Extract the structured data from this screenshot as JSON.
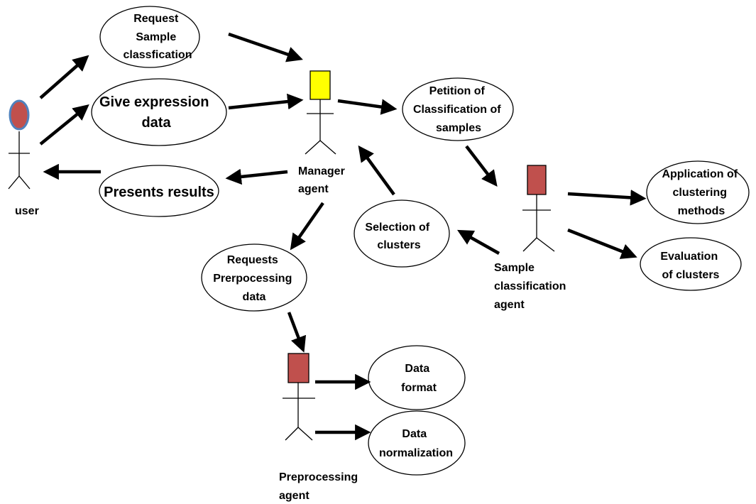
{
  "colors": {
    "manager_head": "#ffff00",
    "agent_head": "#c0504d",
    "user_head": "#c0504d",
    "user_head_border": "#4f81bd"
  },
  "actors": {
    "user": {
      "label_lines": [
        "user"
      ],
      "head": "ellipse"
    },
    "manager": {
      "label_lines": [
        "Manager",
        "agent"
      ],
      "head": "rect"
    },
    "sample": {
      "label_lines": [
        "Sample",
        "classification",
        "agent"
      ],
      "head": "rect"
    },
    "preprocessing": {
      "label_lines": [
        "Preprocessing",
        "agent"
      ],
      "head": "rect"
    }
  },
  "usecases": {
    "request_sample": [
      "Request",
      "Sample",
      "classfication"
    ],
    "give_expression": [
      "Give expression",
      "data"
    ],
    "presents_results": [
      "Presents results"
    ],
    "petition": [
      "Petition of",
      "Classification of",
      "samples"
    ],
    "selection": [
      "Selection of",
      "clusters"
    ],
    "application": [
      "Application of",
      "clustering",
      "methods"
    ],
    "evaluation": [
      "Evaluation",
      "of clusters"
    ],
    "requests_prep": [
      "Requests",
      "Prerpocessing",
      "data"
    ],
    "data_format": [
      "Data",
      "format"
    ],
    "data_norm": [
      "Data",
      "normalization"
    ]
  }
}
